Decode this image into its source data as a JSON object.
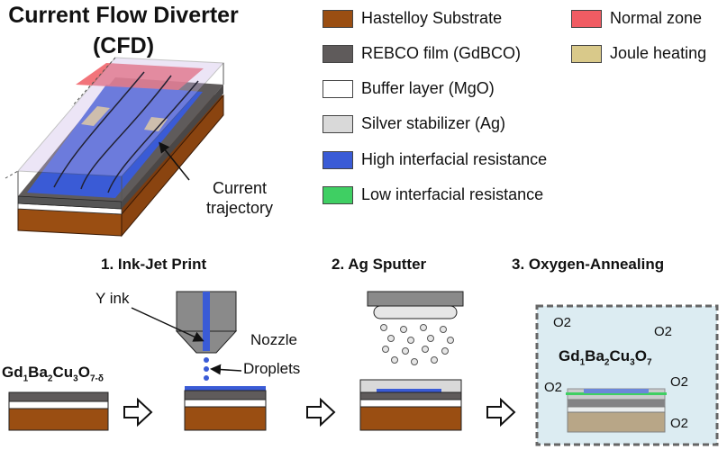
{
  "diagram": {
    "title": {
      "line1": "Current Flow Diverter",
      "line2": "(CFD)"
    },
    "current_trajectory": {
      "line1": "Current",
      "line2": "trajectory"
    },
    "legend": [
      {
        "key": "hastelloy",
        "label": "Hastelloy Substrate",
        "color": "#9a4e12"
      },
      {
        "key": "rebco",
        "label": "REBCO film (GdBCO)",
        "color": "#5f5b5b"
      },
      {
        "key": "buffer",
        "label": "Buffer layer (MgO)",
        "color": "#ffffff"
      },
      {
        "key": "silver",
        "label": "Silver stabilizer (Ag)",
        "color": "#d9d9d9"
      },
      {
        "key": "high_res",
        "label": "High interfacial resistance",
        "color": "#3a5bd6"
      },
      {
        "key": "low_res",
        "label": "Low interfacial resistance",
        "color": "#3fcf63"
      },
      {
        "key": "normal",
        "label": "Normal zone",
        "color": "#f05c63"
      },
      {
        "key": "joule",
        "label": "Joule heating",
        "color": "#d9c98a"
      }
    ],
    "steps": [
      {
        "title": "1. Ink-Jet Print"
      },
      {
        "title": "2. Ag Sputter"
      },
      {
        "title": "3. Oxygen-Annealing"
      }
    ],
    "labels": {
      "y_ink": "Y ink",
      "nozzle": "Nozzle",
      "droplets": "Droplets",
      "o2": "O2"
    },
    "formula_start": {
      "base": "Gd",
      "s1": "1",
      "b2": "Ba",
      "s2": "2",
      "b3": "Cu",
      "s3": "3",
      "b4": "O",
      "s4": "7-δ"
    },
    "formula_end": {
      "base": "Gd",
      "s1": "1",
      "b2": "Ba",
      "s2": "2",
      "b3": "Cu",
      "s3": "3",
      "b4": "O",
      "s4": "7"
    }
  }
}
